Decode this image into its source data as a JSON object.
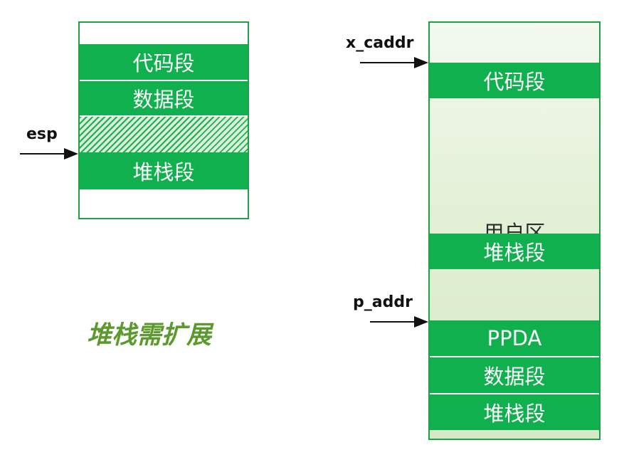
{
  "left_stack": {
    "segments": [
      {
        "label": "代码段",
        "kind": "code"
      },
      {
        "label": "数据段",
        "kind": "data"
      },
      {
        "label": "",
        "kind": "hatched-gap"
      },
      {
        "label": "堆栈段",
        "kind": "stack"
      }
    ],
    "pointer": {
      "label": "esp"
    }
  },
  "right_stack": {
    "top_pointer": {
      "label": "x_caddr"
    },
    "mid_pointer": {
      "label": "p_addr"
    },
    "user_area_label": "用户区",
    "segments": [
      {
        "label": "代码段"
      },
      {
        "label": "堆栈段"
      },
      {
        "label": "PPDA"
      },
      {
        "label": "数据段"
      },
      {
        "label": "堆栈段"
      }
    ]
  },
  "note": "堆栈需扩展",
  "colors": {
    "segment_green": "#0fb04d",
    "border_green": "#1fa044",
    "note_green": "#5c9a2e"
  }
}
